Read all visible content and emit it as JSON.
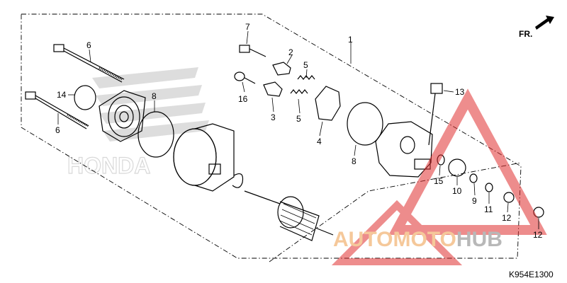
{
  "diagram": {
    "part_callouts": [
      "1",
      "2",
      "3",
      "4",
      "5",
      "5",
      "6",
      "6",
      "7",
      "8",
      "8",
      "9",
      "10",
      "11",
      "12",
      "12",
      "13",
      "14",
      "15",
      "16"
    ],
    "direction_label": "FR.",
    "diagram_code": "K954E1300",
    "background_brand_text": "HONDA",
    "watermark": {
      "part1": "AUTOMOTO",
      "part2": "HUB",
      "color1": "#f5c89a",
      "color2": "#b8b8b8",
      "triangle_color": "#e03030"
    }
  }
}
